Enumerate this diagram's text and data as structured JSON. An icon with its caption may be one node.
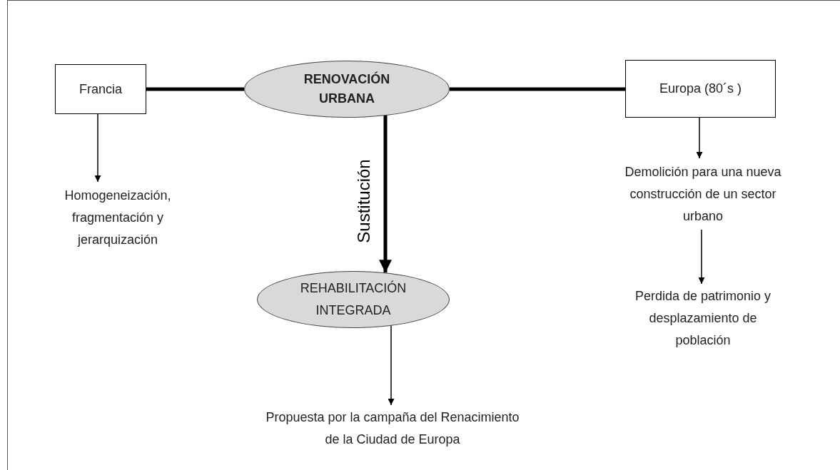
{
  "diagram": {
    "nodes": [
      {
        "text": [
          "Francia"
        ]
      },
      {
        "text": [
          "RENOVACIÓN URBANA"
        ]
      },
      {
        "text": [
          "Europa (80´s )"
        ]
      },
      {
        "text": [
          "Homogeneización, fragmentación y jerarquización"
        ]
      },
      {
        "text": [
          "Demolición para una nueva construcción de un sector urbano"
        ]
      },
      {
        "text": [
          "Perdida de patrimonio y desplazamiento de población"
        ]
      },
      {
        "text": [
          "REHABILITACIÓN INTEGRADA"
        ]
      },
      {
        "text": [
          "Propuesta por la campaña del Renacimiento de la Ciudad de Europa"
        ]
      }
    ],
    "edges": [
      {
        "from": 0,
        "to": 1,
        "arrow": "none",
        "style": "thick"
      },
      {
        "from": 1,
        "to": 2,
        "arrow": "none",
        "style": "thick"
      },
      {
        "from": 0,
        "to": 3,
        "arrow": "to"
      },
      {
        "from": 2,
        "to": 4,
        "arrow": "to"
      },
      {
        "from": 4,
        "to": 5,
        "arrow": "to"
      },
      {
        "from": 1,
        "to": 6,
        "arrow": "to",
        "style": "thick",
        "label": "Sustitución"
      },
      {
        "from": 6,
        "to": 7,
        "arrow": "to"
      }
    ]
  }
}
